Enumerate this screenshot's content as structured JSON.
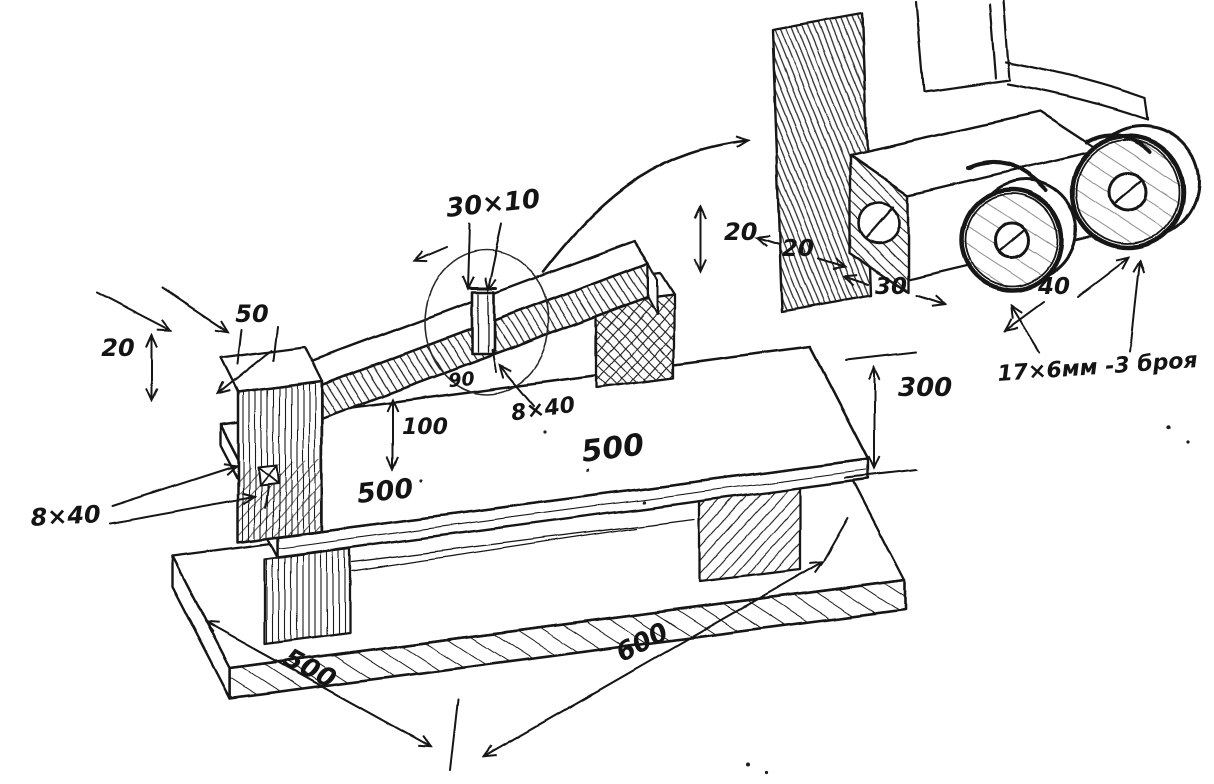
{
  "colors": {
    "ink": "#151515",
    "paper": "#ffffff"
  },
  "main_view": {
    "description": "hand-drawn isometric sketch of a workbench / sliding-carriage table with gantry beam",
    "dims": {
      "slot_size": "30×10",
      "beam_edge": "20",
      "block_width": "50",
      "top_thickness": "20",
      "beam_height": "100",
      "slot_depth": "90",
      "slot_bolt": "8×40",
      "top_length": "500",
      "top_depth": "500",
      "height": "300",
      "block_bolt": "8×40",
      "base_depth": "500",
      "base_length": "600"
    }
  },
  "detail_view": {
    "description": "enlarged detail of roller carriage riding on table edge",
    "dims": {
      "edge_offset": "20",
      "carriage_width": "30",
      "wheel_spacing": "40",
      "roller_spec": "17×6мм -3 броя"
    }
  }
}
